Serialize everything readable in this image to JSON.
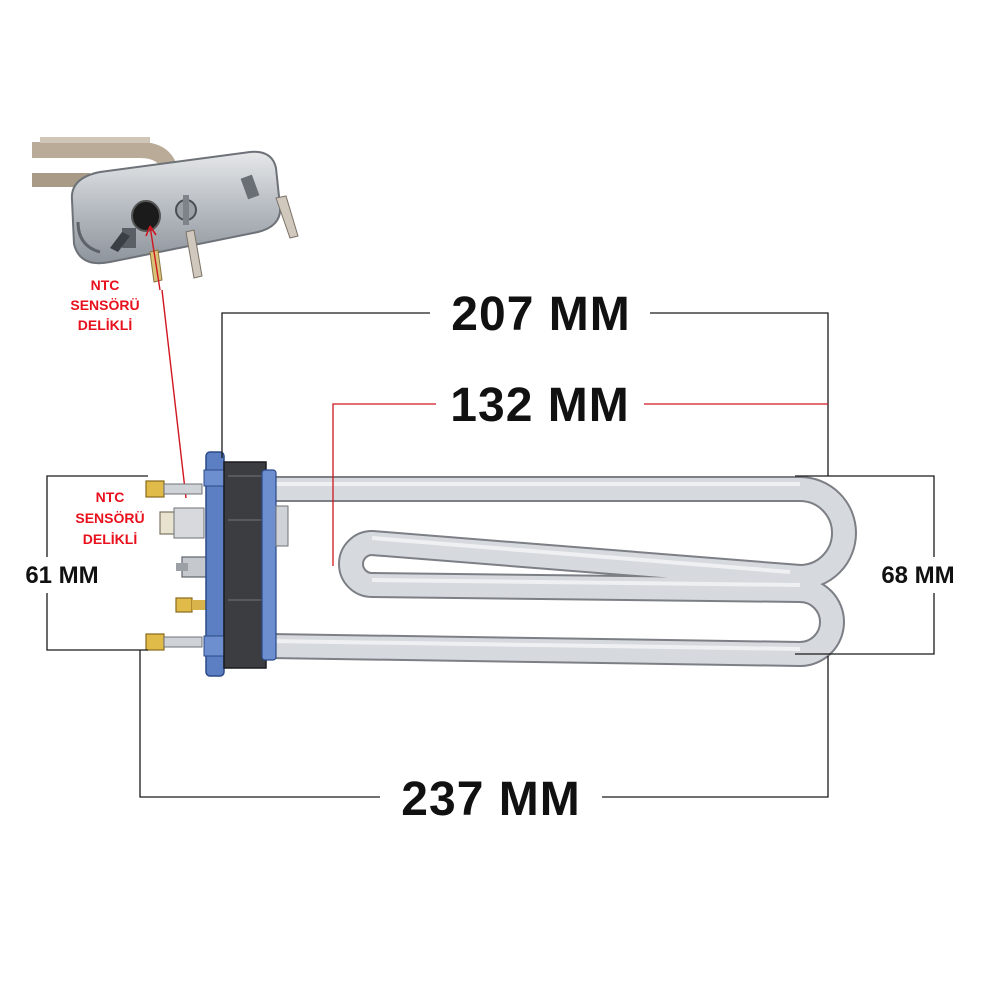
{
  "dimensions": {
    "top_length": "207 MM",
    "inner_length": "132 MM",
    "total_length": "237 MM",
    "left_height": "61 MM",
    "right_height": "68 MM"
  },
  "callouts": {
    "photo_label": [
      "NTC",
      "SENSÖRÜ",
      "DELİKLİ"
    ],
    "diagram_label": [
      "NTC",
      "SENSÖRÜ",
      "DELİKLİ"
    ]
  },
  "colors": {
    "dimension_line": "#1a1a1a",
    "accent_line": "#d0161e",
    "tube_fill": "#d9dbde",
    "tube_outline": "#7c7f85",
    "flange_blue": "#5b7fc2",
    "terminal_brass": "#d8b24a"
  }
}
